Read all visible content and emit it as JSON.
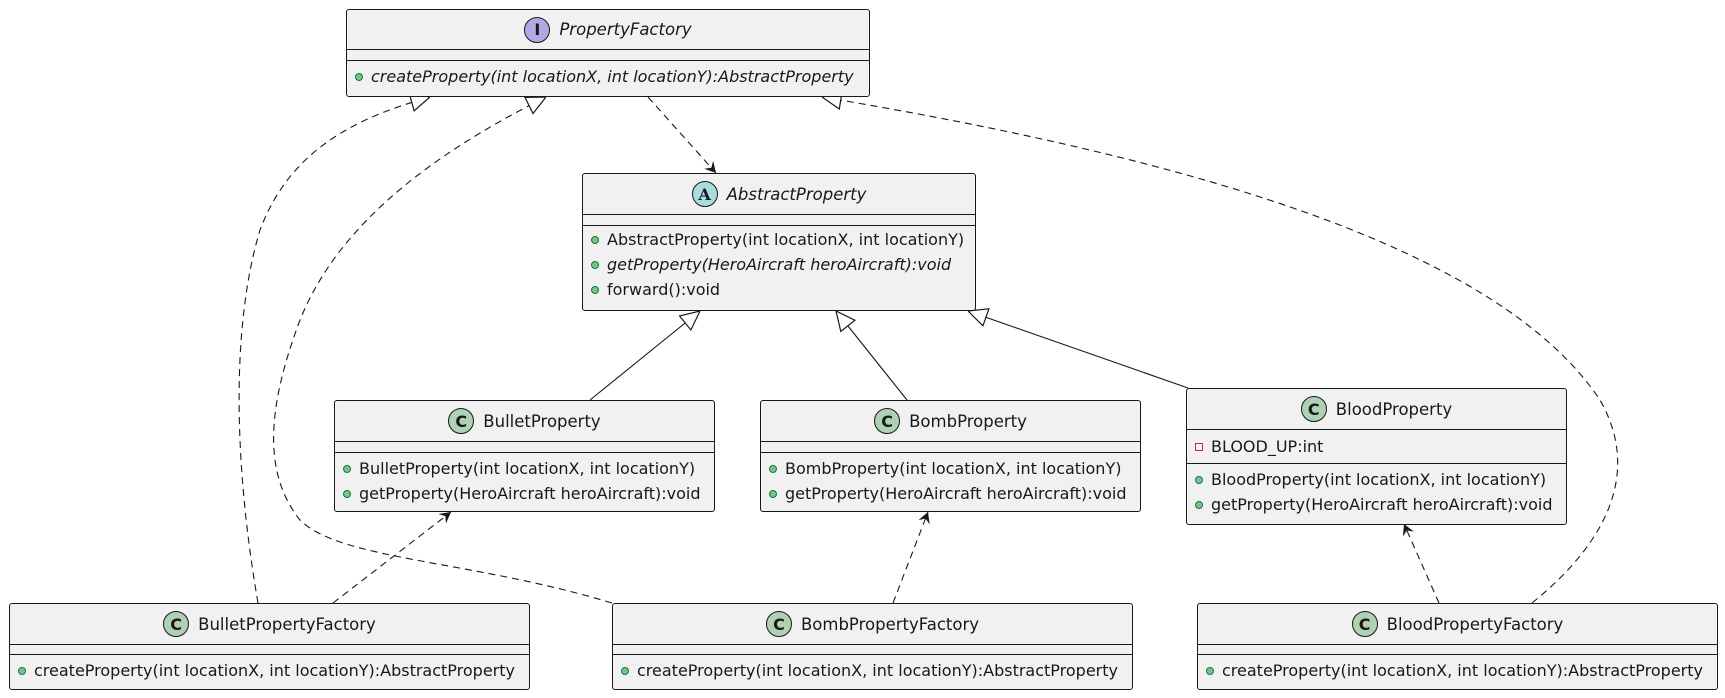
{
  "classes": {
    "property_factory": {
      "name": "PropertyFactory",
      "stereotype": "I",
      "methods": [
        "createProperty(int locationX, int locationY):AbstractProperty"
      ]
    },
    "abstract_property": {
      "name": "AbstractProperty",
      "stereotype": "A",
      "methods": [
        "AbstractProperty(int locationX, int locationY)",
        "getProperty(HeroAircraft heroAircraft):void",
        "forward():void"
      ]
    },
    "bullet_property": {
      "name": "BulletProperty",
      "stereotype": "C",
      "methods": [
        "BulletProperty(int locationX, int locationY)",
        "getProperty(HeroAircraft heroAircraft):void"
      ]
    },
    "bomb_property": {
      "name": "BombProperty",
      "stereotype": "C",
      "methods": [
        "BombProperty(int locationX, int locationY)",
        "getProperty(HeroAircraft heroAircraft):void"
      ]
    },
    "blood_property": {
      "name": "BloodProperty",
      "stereotype": "C",
      "fields": [
        "BLOOD_UP:int"
      ],
      "methods": [
        "BloodProperty(int locationX, int locationY)",
        "getProperty(HeroAircraft heroAircraft):void"
      ]
    },
    "bullet_property_factory": {
      "name": "BulletPropertyFactory",
      "stereotype": "C",
      "methods": [
        "createProperty(int locationX, int locationY):AbstractProperty"
      ]
    },
    "bomb_property_factory": {
      "name": "BombPropertyFactory",
      "stereotype": "C",
      "methods": [
        "createProperty(int locationX, int locationY):AbstractProperty"
      ]
    },
    "blood_property_factory": {
      "name": "BloodPropertyFactory",
      "stereotype": "C",
      "methods": [
        "createProperty(int locationX, int locationY):AbstractProperty"
      ]
    }
  },
  "relations": [
    {
      "from": "PropertyFactory",
      "to": "AbstractProperty",
      "kind": "dependency"
    },
    {
      "from": "BulletProperty",
      "to": "AbstractProperty",
      "kind": "extends"
    },
    {
      "from": "BombProperty",
      "to": "AbstractProperty",
      "kind": "extends"
    },
    {
      "from": "BloodProperty",
      "to": "AbstractProperty",
      "kind": "extends"
    },
    {
      "from": "BulletPropertyFactory",
      "to": "PropertyFactory",
      "kind": "implements"
    },
    {
      "from": "BombPropertyFactory",
      "to": "PropertyFactory",
      "kind": "implements"
    },
    {
      "from": "BloodPropertyFactory",
      "to": "PropertyFactory",
      "kind": "implements"
    },
    {
      "from": "BulletPropertyFactory",
      "to": "BulletProperty",
      "kind": "dependency"
    },
    {
      "from": "BombPropertyFactory",
      "to": "BombProperty",
      "kind": "dependency"
    },
    {
      "from": "BloodPropertyFactory",
      "to": "BloodProperty",
      "kind": "dependency"
    }
  ]
}
